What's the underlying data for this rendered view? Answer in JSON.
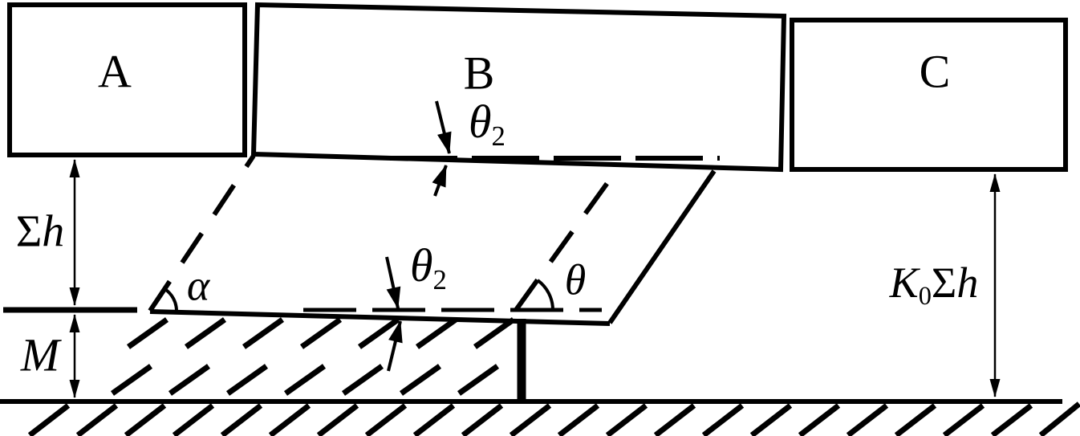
{
  "diagram": {
    "colors": {
      "ink": "#000000",
      "background": "#ffffff"
    },
    "blocks": {
      "a": "A",
      "b": "B",
      "c": "C"
    },
    "dimensions": {
      "sigma_h": {
        "sigma": "Σ",
        "h": "h"
      },
      "mining_height": "M",
      "k0_sigma_h": {
        "k": "K",
        "sub": "0",
        "sigma": "Σ",
        "h": "h"
      }
    },
    "angles": {
      "alpha": "α",
      "theta": "θ",
      "theta2_upper": {
        "theta": "θ",
        "sub": "2"
      },
      "theta2_lower": {
        "theta": "θ",
        "sub": "2"
      }
    }
  }
}
